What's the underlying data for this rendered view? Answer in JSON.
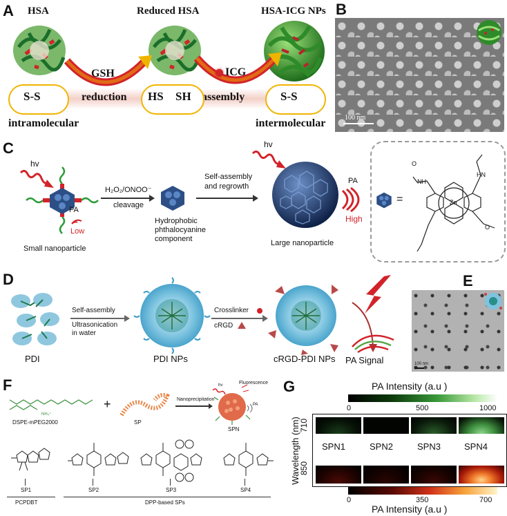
{
  "panels": {
    "A": {
      "label": "A",
      "hsa": "HSA",
      "reduced": "Reduced HSA",
      "nps": "HSA-ICG NPs",
      "gsh": "GSH",
      "reduction": "reduction",
      "icg": "ICG",
      "assembly": "assembly",
      "ss1": "S-S",
      "hssh_a": "HS",
      "hssh_b": "SH",
      "ss2": "S-S",
      "intra": "intramolecular",
      "inter": "intermolecular"
    },
    "B": {
      "label": "B",
      "scale": "100 nm"
    },
    "C": {
      "label": "C",
      "hv1": "hv",
      "pa_low": "PA",
      "low": "Low",
      "small": "Small nanoparticle",
      "cleave1": "H₂O₂/ONOO⁻",
      "cleave2": "cleavage",
      "hydro1": "Hydrophobic",
      "hydro2": "phthalocyanine",
      "hydro3": "component",
      "self1": "Self-assembly",
      "self2": "and regrowth",
      "hv2": "hv",
      "large": "Large nanoparticle",
      "pa_high": "PA",
      "high": "High",
      "eq": "=",
      "zn": "Zn",
      "nh": "NH",
      "hn": "HN",
      "o": "O"
    },
    "D": {
      "label": "D",
      "self": "Self-assembly",
      "ultra1": "Ultrasonication",
      "ultra2": "in water",
      "pdi": "PDI",
      "pdinps": "PDI NPs",
      "cross": "Crosslinker",
      "crgd": "cRGD",
      "crgdpdi": "cRGD-PDI NPs",
      "pasignal": "PA Signal"
    },
    "E": {
      "label": "E",
      "scale": "100 nm"
    },
    "F": {
      "label": "F",
      "dspe": "DSPE-mPEG2000",
      "plus": "+",
      "sp": "SP",
      "nanop": "Nanoprecipitation",
      "hv": "hv",
      "fluor": "Fluorescence",
      "pa": "PA",
      "spn": "SPN",
      "sp1": "SP1",
      "sp2": "SP2",
      "sp3": "SP3",
      "sp4": "SP4",
      "pcpdbt": "PCPDBT",
      "dpp": "DPP-based SPs"
    },
    "G": {
      "label": "G",
      "title_top": "PA Intensity (a.u )",
      "title_bottom": "PA Intensity (a.u )",
      "ticks_top": [
        "0",
        "500",
        "1000"
      ],
      "ticks_bottom": [
        "0",
        "350",
        "700"
      ],
      "ylabel": "Wavelength (nm)",
      "wl_top": "710",
      "wl_bottom": "850",
      "spns": [
        "SPN1",
        "SPN2",
        "SPN3",
        "SPN4"
      ]
    }
  },
  "colors": {
    "red": "#d2232a",
    "green": "#2e9b3a",
    "gold": "#f0b400",
    "navy": "#1f3a6b"
  }
}
